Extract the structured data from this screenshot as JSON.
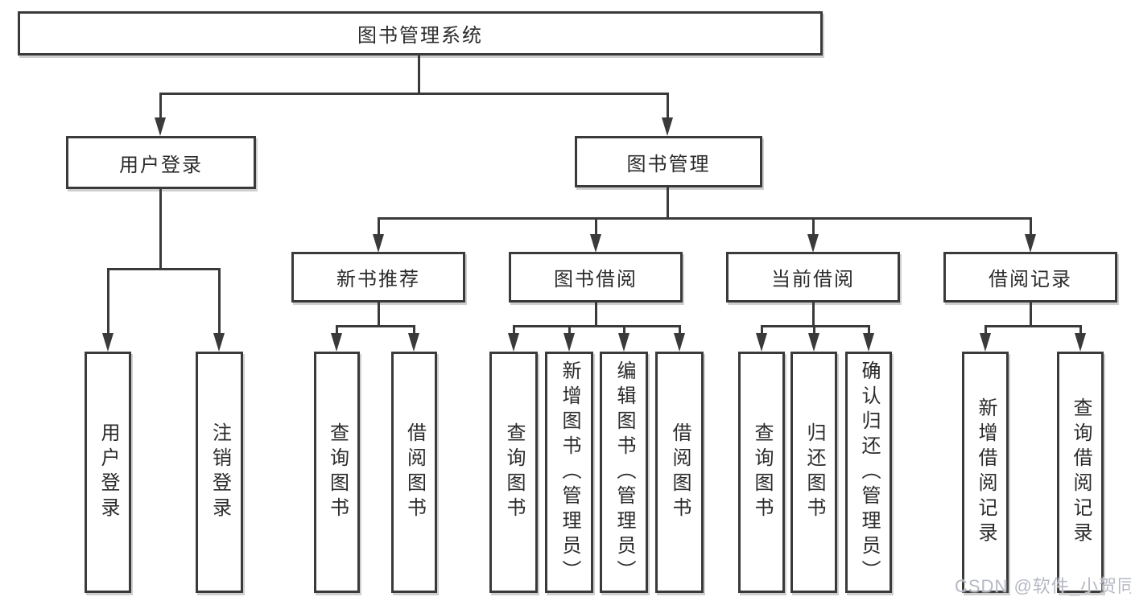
{
  "diagram": {
    "root": {
      "label": "图书管理系统"
    },
    "branches": [
      {
        "label": "用户登录",
        "children": [
          {
            "label": "用户登录"
          },
          {
            "label": "注销登录"
          }
        ]
      },
      {
        "label": "图书管理",
        "children": [
          {
            "label": "新书推荐",
            "children": [
              {
                "label": "查询图书"
              },
              {
                "label": "借阅图书"
              }
            ]
          },
          {
            "label": "图书借阅",
            "children": [
              {
                "label": "查询图书"
              },
              {
                "label": "新增图书（管理员）"
              },
              {
                "label": "编辑图书（管理员）"
              },
              {
                "label": "借阅图书"
              }
            ]
          },
          {
            "label": "当前借阅",
            "children": [
              {
                "label": "查询图书"
              },
              {
                "label": "归还图书"
              },
              {
                "label": "确认归还（管理员）"
              }
            ]
          },
          {
            "label": "借阅记录",
            "children": [
              {
                "label": "新增借阅记录"
              },
              {
                "label": "查询借阅记录"
              }
            ]
          }
        ]
      }
    ]
  },
  "watermark": "CSDN @软件_小贺同学",
  "colors": {
    "line": "#3a3a3a",
    "text": "#2b2b2b",
    "box_fill": "#ffffff",
    "background": "#ffffff",
    "watermark": "#b6b9c4"
  }
}
